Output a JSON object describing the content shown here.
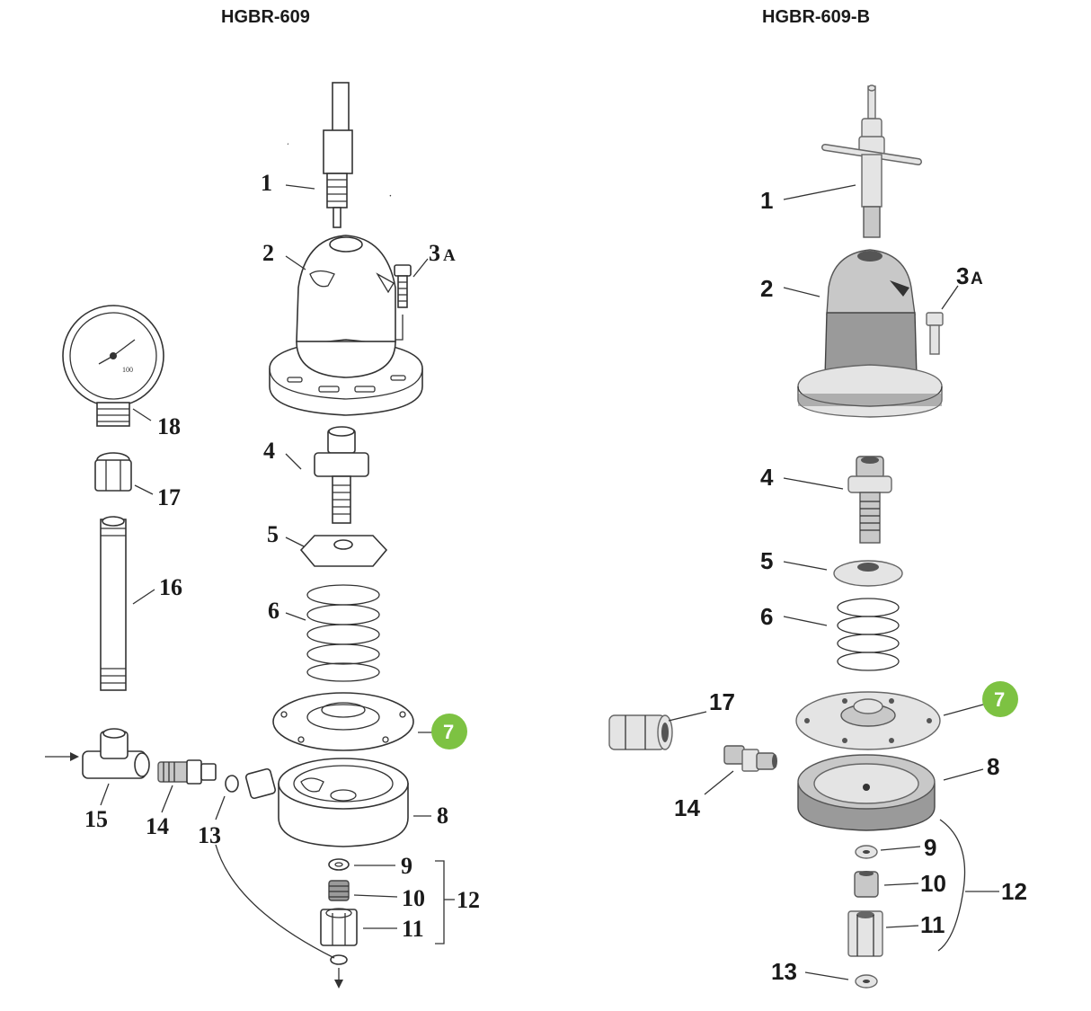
{
  "titles": {
    "left": "HGBR-609",
    "right": "HGBR-609-B"
  },
  "left_labels": {
    "p1": "1",
    "p2": "2",
    "p3": "3",
    "p3_sub": "A",
    "p4": "4",
    "p5": "5",
    "p6": "6",
    "p7": "7",
    "p8": "8",
    "p9": "9",
    "p10": "10",
    "p11": "11",
    "p12": "12",
    "p13": "13",
    "p14": "14",
    "p15": "15",
    "p16": "16",
    "p17": "17",
    "p18": "18"
  },
  "gauge_text": "100",
  "right_labels": {
    "p1": "1",
    "p2": "2",
    "p3": "3",
    "p3_sub": "A",
    "p4": "4",
    "p5": "5",
    "p6": "6",
    "p7": "7",
    "p8": "8",
    "p9": "9",
    "p10": "10",
    "p11": "11",
    "p12": "12",
    "p13": "13",
    "p14": "14",
    "p17": "17"
  },
  "colors": {
    "highlight_badge": "#7dc242",
    "ink": "#1a1a1a"
  }
}
